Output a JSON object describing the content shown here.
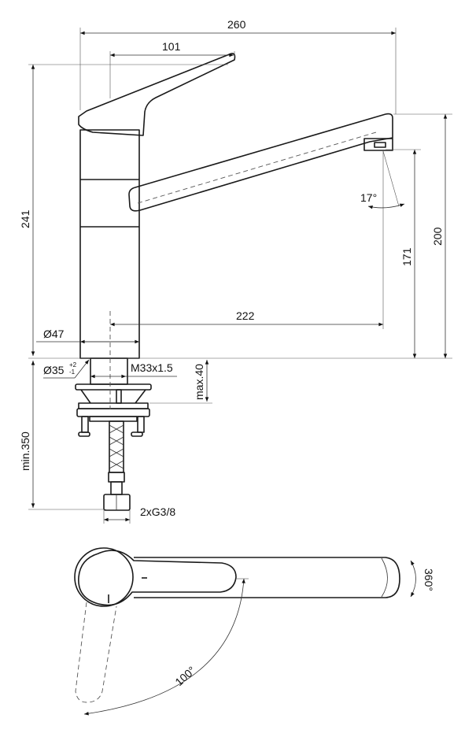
{
  "drawing": {
    "side_view": {
      "dimensions": {
        "overall_length": "260",
        "lever_reach": "101",
        "overall_height": "241",
        "spout_height": "200",
        "outlet_height": "171",
        "spout_projection": "222",
        "body_diameter": "Ø47",
        "hole_diameter": "Ø35",
        "hole_tolerance_upper": "+2",
        "hole_tolerance_lower": "-1",
        "thread": "M33x1.5",
        "max_deck_thickness": "max.40",
        "min_hose_length": "min.350",
        "connections": "2xG3/8",
        "outlet_angle": "17°"
      }
    },
    "top_view": {
      "swivel_angle": "360°",
      "lever_rotation": "100°"
    }
  }
}
